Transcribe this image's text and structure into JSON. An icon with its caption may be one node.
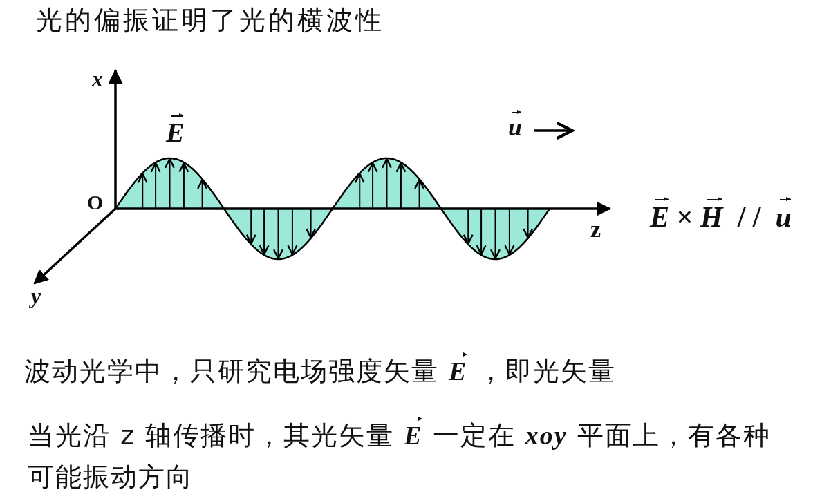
{
  "diagram": {
    "title": "光的偏振证明了光的横波性",
    "labels": [
      "x",
      "E",
      "u",
      "O",
      "z",
      "**E** × **H**  / /  **u**",
      "y",
      "波动光学中，只研究电场强度矢量 **E** ，即光矢量",
      "当光沿 z 轴传播时，其光矢量 **E** 一定在 *xoy* 平面上，有各种可能振动方向"
    ]
  }
}
